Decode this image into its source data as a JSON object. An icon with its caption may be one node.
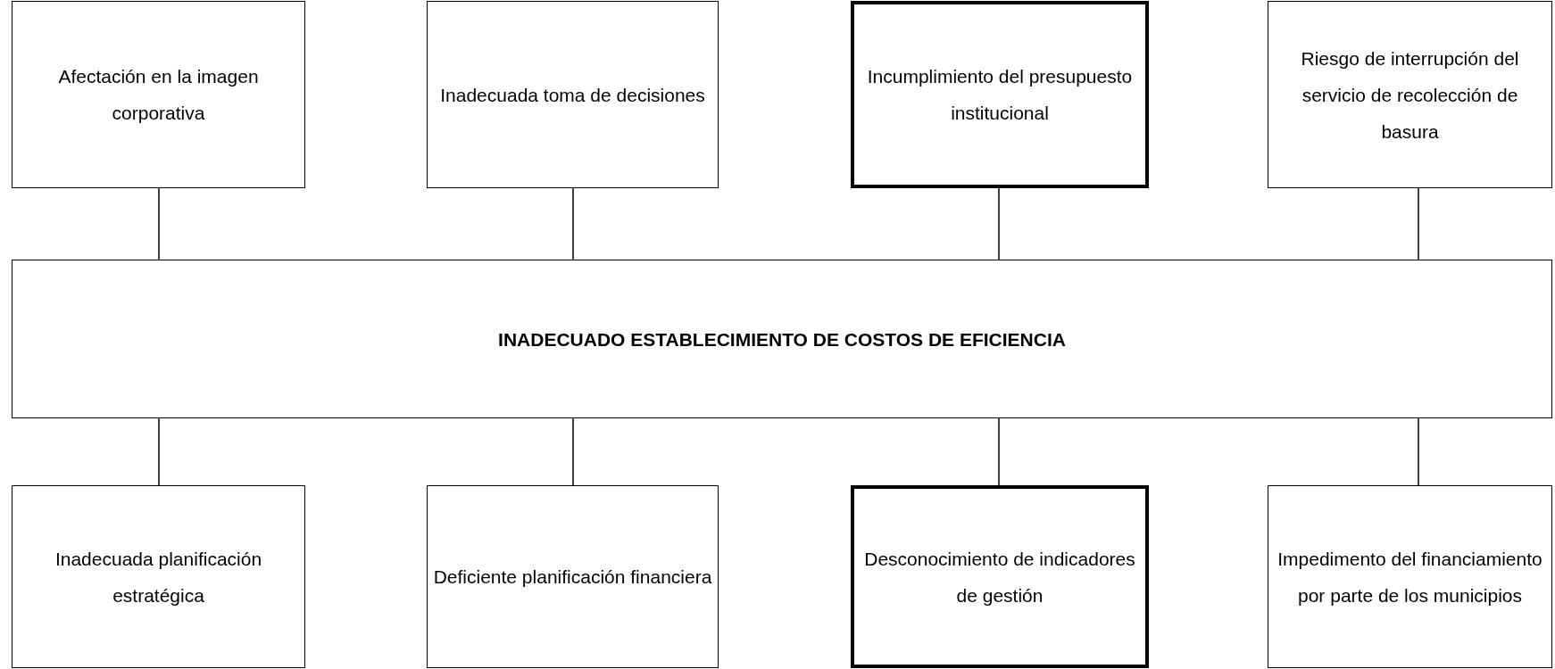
{
  "diagram": {
    "nodes": [
      {
        "text": [
          "Afectación en la imagen corporativa"
        ]
      },
      {
        "text": [
          "Inadecuada toma de decisiones"
        ]
      },
      {
        "text": [
          "Incumplimiento del presupuesto institucional"
        ]
      },
      {
        "text": [
          "Riesgo de interrupción del servicio de recolección de basura"
        ]
      },
      {
        "text": [
          "INADECUADO ESTABLECIMIENTO DE COSTOS DE EFICIENCIA"
        ]
      },
      {
        "text": [
          "Inadecuada planificación estratégica"
        ]
      },
      {
        "text": [
          "Deficiente planificación financiera"
        ]
      },
      {
        "text": [
          "Desconocimiento de indicadores de gestión"
        ]
      },
      {
        "text": [
          "Impedimento del financiamiento por parte de los municipios"
        ]
      }
    ],
    "edges": [
      {
        "from": 0,
        "to": 4,
        "arrow": "none"
      },
      {
        "from": 1,
        "to": 4,
        "arrow": "none"
      },
      {
        "from": 2,
        "to": 4,
        "arrow": "none"
      },
      {
        "from": 3,
        "to": 4,
        "arrow": "none"
      },
      {
        "from": 4,
        "to": 5,
        "arrow": "none"
      },
      {
        "from": 4,
        "to": 6,
        "arrow": "none"
      },
      {
        "from": 4,
        "to": 7,
        "arrow": "none"
      },
      {
        "from": 4,
        "to": 8,
        "arrow": "none"
      }
    ]
  }
}
